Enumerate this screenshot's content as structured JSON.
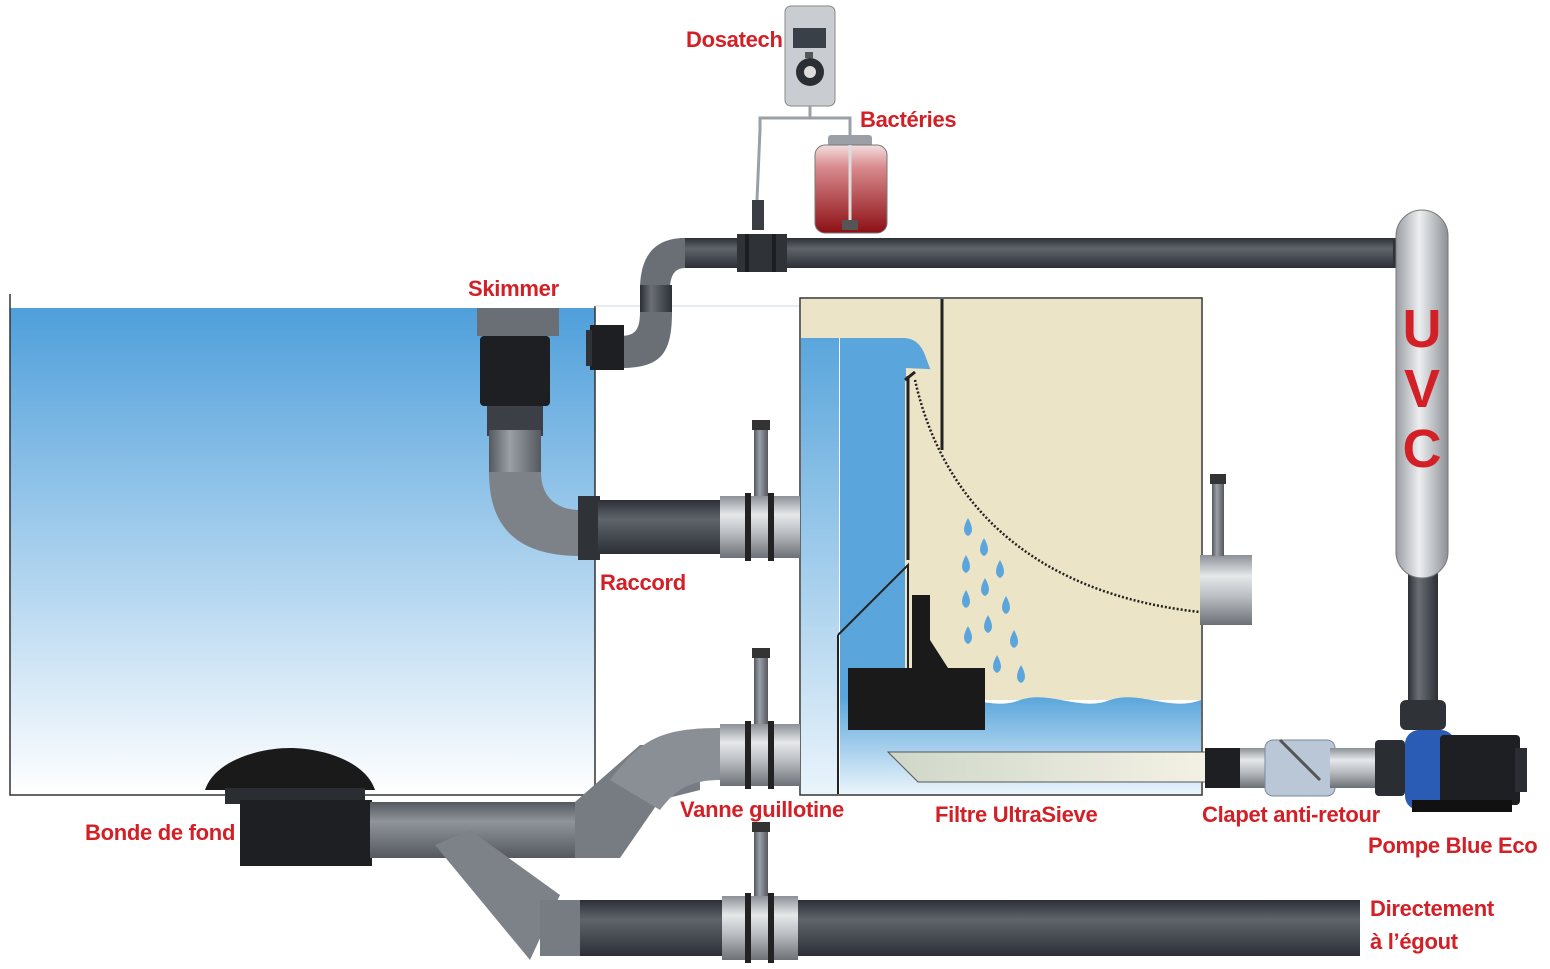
{
  "labels": {
    "dosatech": "Dosatech",
    "bacteries": "Bactéries",
    "skimmer": "Skimmer",
    "raccord": "Raccord",
    "vanne_guillotine": "Vanne guillotine",
    "filtre_ultrasieve": "Filtre UltraSieve",
    "clapet_anti_retour": "Clapet anti-retour",
    "pompe_blue_eco": "Pompe Blue Eco",
    "bonde_de_fond": "Bonde de fond",
    "directement_line1": "Directement",
    "directement_line2": "à l’égout",
    "uvc_letters": [
      "U",
      "V",
      "C"
    ]
  },
  "colors": {
    "label_red": "#d32027",
    "pipe_dark": "#3c4046",
    "pipe_grey": "#70757c",
    "water_blue": "#5aa6dc",
    "filter_beige": "#ebe4c6",
    "pump_blue": "#2a5bb5",
    "bacteria_red": "#a3151c"
  }
}
